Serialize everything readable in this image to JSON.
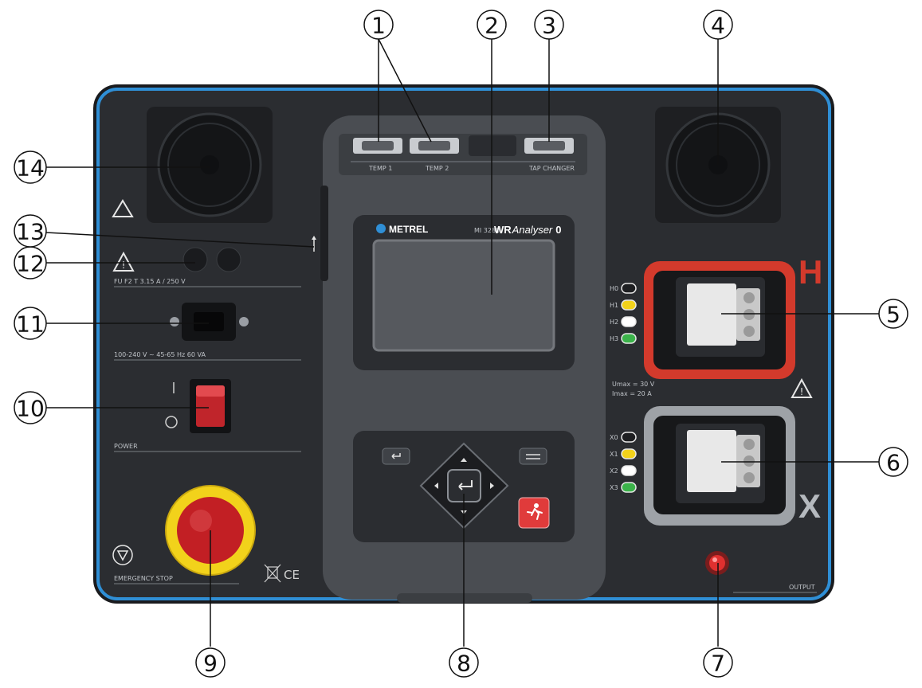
{
  "panel": {
    "left_connector_labels": [
      "TEMP 1",
      "TEMP 2"
    ],
    "right_connector_label": "TAP CHANGER",
    "brand": "METREL",
    "model_code": "MI 3280",
    "model_name_bold": "WR",
    "model_name_rest": "Analyser",
    "model_suffix": "0",
    "fuse_label": "FU F2 T 3.15 A / 250 V",
    "power_rating": "100-240 V ~     45-65 Hz 60 VA",
    "power_label": "POWER",
    "estop_label": "EMERGENCY STOP",
    "output_label": "OUTPUT",
    "h_letter": "H",
    "x_letter": "X",
    "h_terminals": [
      "H0",
      "H1",
      "H2",
      "H3"
    ],
    "x_terminals": [
      "X0",
      "X1",
      "X2",
      "X3"
    ],
    "limits": [
      "Umax = 30 V",
      "Imax = 20 A"
    ],
    "marks": "CE",
    "accent_blue": "#2f8fd6",
    "panel_color": "#2b2d31",
    "red_connector": "#d33a2c",
    "estop_yellow": "#f2d21b"
  },
  "callouts": [
    "1",
    "2",
    "3",
    "4",
    "5",
    "6",
    "7",
    "8",
    "9",
    "10",
    "11",
    "12",
    "13",
    "14"
  ]
}
